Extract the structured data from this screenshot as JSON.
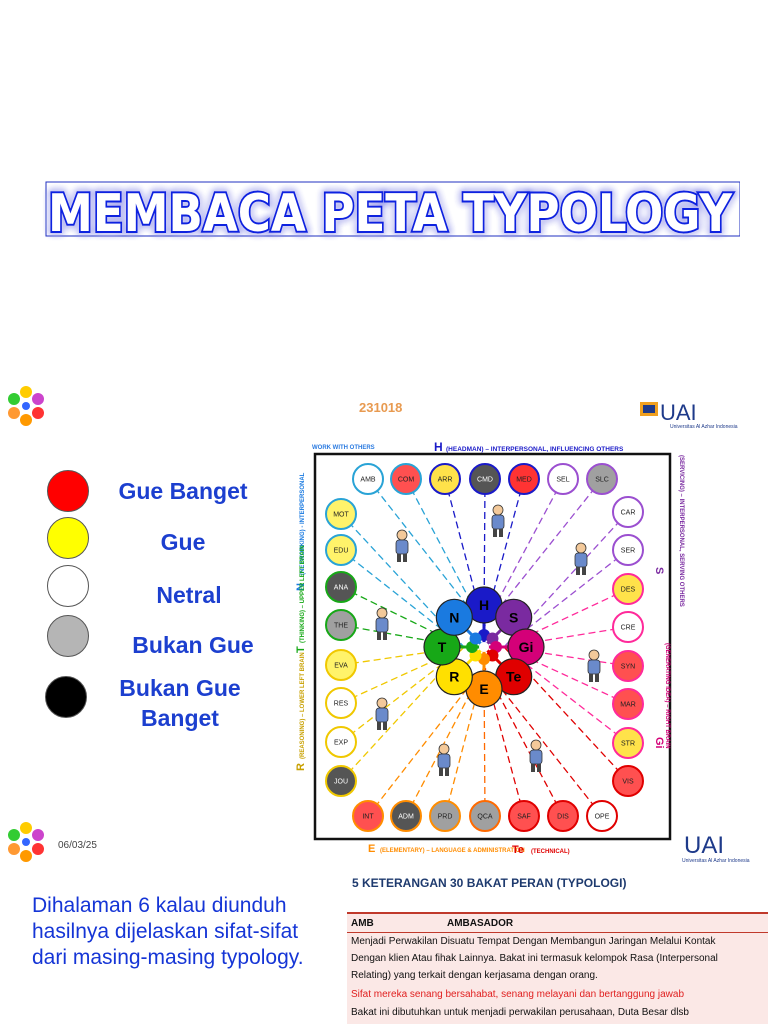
{
  "title": "MEMBACA PETA TYPOLOGY",
  "legend": [
    {
      "color": "#ff0000",
      "label": "Gue Banget"
    },
    {
      "color": "#ffff00",
      "label": "Gue"
    },
    {
      "color": "#ffffff",
      "label": "Netral"
    },
    {
      "color": "#b5b5b5",
      "label": "Bukan Gue"
    },
    {
      "color": "#000000",
      "label": "Bukan Gue Banget"
    }
  ],
  "date": "06/03/25",
  "bottom_text": "Dihalaman 6 kalau diunduh hasilnya dijelaskan sifat-sifat dari masing-masing typology.",
  "map": {
    "code": "231018",
    "logo_text": "UAI",
    "logo_sub": "Universitas Al Azhar Indonesia",
    "work_with_others": "WORK WITH OTHERS",
    "h_label": "H",
    "h_desc": "(HEADMAN) – INTERPERSONAL, INFLUENCING OTHERS",
    "n_label": "N",
    "n_desc": "(NETWORKING) - INTERPERSONAL",
    "t_label": "T",
    "t_desc": "(THINKING) – UPPER LEFT BRAIN",
    "r_label": "R",
    "r_desc": "(REASONING) – LOWER LEFT BRAIN",
    "s_label": "S",
    "s_desc": "(SERVICING) – INTERPERSONAL, SERVING OTHERS",
    "gi_label": "Gi",
    "gi_desc": "(GENERATING IDEA) – RIGHT BRAIN",
    "e_label": "E",
    "e_desc": "(ELEMENTARY) – LANGUAGE & ADMINISTRATION",
    "te_label": "Te",
    "te_desc": "(TECHNICAL)",
    "top_nodes": [
      {
        "code": "AMB",
        "fill": "#ffffff"
      },
      {
        "code": "COM",
        "fill": "#ff5050"
      },
      {
        "code": "ARR",
        "fill": "#ffe24a"
      },
      {
        "code": "CMD",
        "fill": "#555555"
      },
      {
        "code": "MED",
        "fill": "#ff3333"
      },
      {
        "code": "SEL",
        "fill": "#ffffff"
      },
      {
        "code": "SLC",
        "fill": "#a0a0a0"
      }
    ],
    "left_nodes": [
      {
        "code": "MOT",
        "fill": "#fff36a"
      },
      {
        "code": "EDU",
        "fill": "#fff36a"
      },
      {
        "code": "ANA",
        "fill": "#555555"
      },
      {
        "code": "THE",
        "fill": "#a0a0a0"
      },
      {
        "code": "EVA",
        "fill": "#fff36a"
      },
      {
        "code": "RES",
        "fill": "#ffffff"
      },
      {
        "code": "EXP",
        "fill": "#ffffff"
      },
      {
        "code": "JOU",
        "fill": "#555555"
      }
    ],
    "right_nodes": [
      {
        "code": "CAR",
        "fill": "#ffffff"
      },
      {
        "code": "SER",
        "fill": "#ffffff"
      },
      {
        "code": "DES",
        "fill": "#ffe24a"
      },
      {
        "code": "CRE",
        "fill": "#ffffff"
      },
      {
        "code": "SYN",
        "fill": "#ff5050"
      },
      {
        "code": "MAR",
        "fill": "#ff5050"
      },
      {
        "code": "STR",
        "fill": "#ffe24a"
      },
      {
        "code": "VIS",
        "fill": "#ff5050"
      }
    ],
    "bottom_nodes": [
      {
        "code": "INT",
        "fill": "#ff5050"
      },
      {
        "code": "ADM",
        "fill": "#555555"
      },
      {
        "code": "PRD",
        "fill": "#a0a0a0"
      },
      {
        "code": "QCA",
        "fill": "#a0a0a0"
      },
      {
        "code": "SAF",
        "fill": "#ff5050"
      },
      {
        "code": "DIS",
        "fill": "#ff5050"
      },
      {
        "code": "OPE",
        "fill": "#ffffff"
      }
    ],
    "center_nodes": [
      {
        "label": "H",
        "fill": "#1a1ac8"
      },
      {
        "label": "S",
        "fill": "#7a2aa0"
      },
      {
        "label": "Gi",
        "fill": "#d40078"
      },
      {
        "label": "Te",
        "fill": "#e00000"
      },
      {
        "label": "E",
        "fill": "#ff8c00"
      },
      {
        "label": "R",
        "fill": "#ffe000"
      },
      {
        "label": "T",
        "fill": "#17a817"
      },
      {
        "label": "N",
        "fill": "#1a7ae0"
      }
    ]
  },
  "table": {
    "heading": "5     KETERANGAN 30 BAKAT PERAN (TYPOLOGI)",
    "code": "AMB",
    "name": "AMBASADOR",
    "lines": [
      "Menjadi Perwakilan Disuatu Tempat Dengan Membangun Jaringan Melalui Kontak",
      "Dengan klien Atau fihak Lainnya. Bakat ini termasuk kelompok Rasa (Interpersonal",
      "Relating) yang terkait dengan kerjasama dengan orang."
    ],
    "red_line": "Sifat mereka senang bersahabat, senang melayani dan bertanggung jawab",
    "last_line": "Bakat ini dibutuhkan untuk menjadi perwakilan perusahaan, Duta Besar dlsb",
    "colors": {
      "red": "#e02020",
      "text": "#111111"
    }
  },
  "colors": {
    "title_fill": "#ffffff",
    "title_glow": "#1020e0",
    "legend_text": "#1c3fcf",
    "bottom_text": "#1535d6"
  }
}
